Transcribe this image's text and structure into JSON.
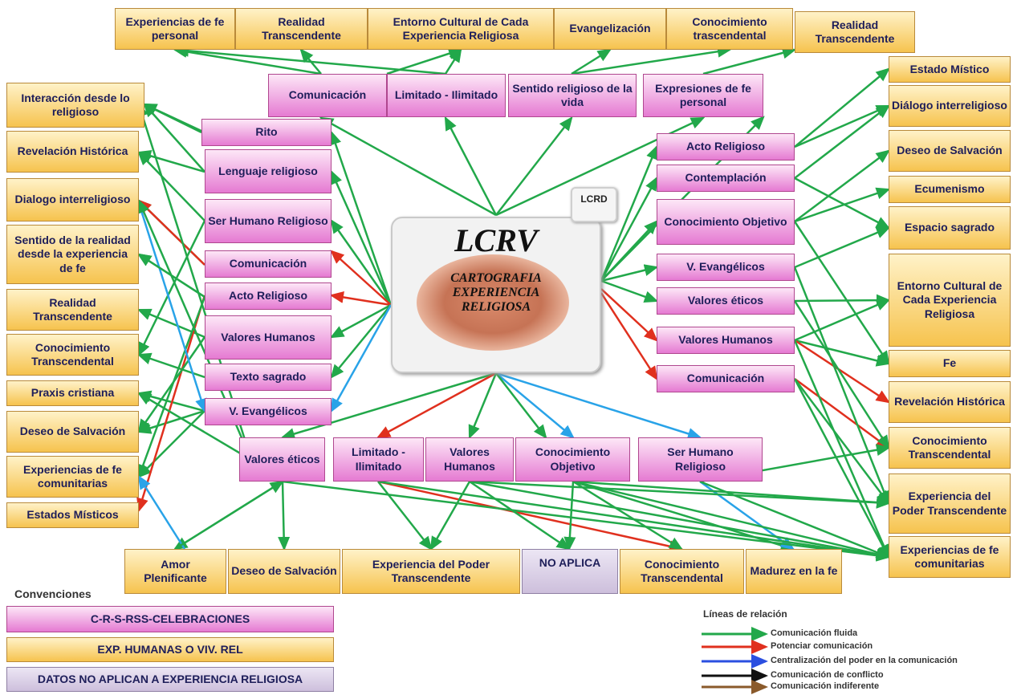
{
  "center": {
    "title": "LCRV",
    "subtitle_lines": [
      "CARTOGRAFIA",
      "EXPERIENCIA",
      "RELIGIOSA"
    ],
    "badge": "LCRD"
  },
  "boxes": {
    "t1": "Experiencias de fe personal",
    "t2": "Realidad Transcendente",
    "t3": "Entorno Cultural de Cada Experiencia Religiosa",
    "t4": "Evangelización",
    "t5": "Conocimiento trascendental",
    "t6": "Realidad Transcendente",
    "p1": "Comunicación",
    "p2": "Limitado - Ilimitado",
    "p3": "Sentido religioso de la vida",
    "p4": "Expresiones de fe personal",
    "l1": "Interacción desde lo religioso",
    "l2": "Revelación Histórica",
    "l3": "Dialogo interreligioso",
    "l4": "Sentido de la realidad desde la experiencia de fe",
    "l5": "Realidad Transcendente",
    "l6": "Conocimiento Transcendental",
    "l7": "Praxis cristiana",
    "l8": "Deseo de Salvación",
    "l9": "Experiencias de fe comunitarias",
    "l10": "Estados Místicos",
    "lp1": "Rito",
    "lp2": "Lenguaje religioso",
    "lp3": "Ser Humano Religioso",
    "lp4": "Comunicación",
    "lp5": "Acto Religioso",
    "lp6": "Valores Humanos",
    "lp7": "Texto sagrado",
    "lp8": "V. Evangélicos",
    "rp1": "Acto Religioso",
    "rp2": "Contemplación",
    "rp3": "Conocimiento Objetivo",
    "rp4": "V. Evangélicos",
    "rp5": "Valores éticos",
    "rp6": "Valores Humanos",
    "rp7": "Comunicación",
    "r1": "Estado Místico",
    "r2": "Diálogo interreligioso",
    "r3": "Deseo de Salvación",
    "r4": "Ecumenismo",
    "r5": "Espacio sagrado",
    "r6": "Entorno Cultural de Cada Experiencia Religiosa",
    "r7": "Fe",
    "r8": "Revelación Histórica",
    "r9": "Conocimiento Transcendental",
    "r10": "Experiencia del Poder Transcendente",
    "r11": "Experiencias de fe comunitarias",
    "bp1": "Valores éticos",
    "bp2": "Limitado - Ilimitado",
    "bp3": "Valores Humanos",
    "bp4": "Conocimiento Objetivo",
    "bp5": "Ser Humano Religioso",
    "b1": "Amor Plenificante",
    "b2": "Deseo de Salvación",
    "b3": "Experiencia del Poder Transcendente",
    "b4": "NO APLICA",
    "b5": "Conocimiento Transcendental",
    "b6": "Madurez en la fe"
  },
  "legend": {
    "conventions_title": "Convenciones",
    "conv1": "C-R-S-RSS-CELEBRACIONES",
    "conv2": "EXP. HUMANAS O VIV. REL",
    "conv3": "DATOS NO APLICAN A EXPERIENCIA RELIGIOSA",
    "lines_title": "Líneas de relación",
    "lines": [
      {
        "label": "Comunicación fluida",
        "color": "#22a84a"
      },
      {
        "label": "Potenciar comunicación",
        "color": "#e0301e"
      },
      {
        "label": "Centralización del poder en la comunicación",
        "color": "#2b4fe0"
      },
      {
        "label": "Comunicación de conflicto",
        "color": "#111111"
      },
      {
        "label": "Comunicación indiferente",
        "color": "#8a5a2b"
      }
    ]
  },
  "colors": {
    "green": "#22a84a",
    "red": "#e0301e",
    "blue": "#29a3e8",
    "orange_box": "#f6c34e",
    "pink_box": "#e57ad2",
    "grey_box": "#cdbfdc"
  }
}
